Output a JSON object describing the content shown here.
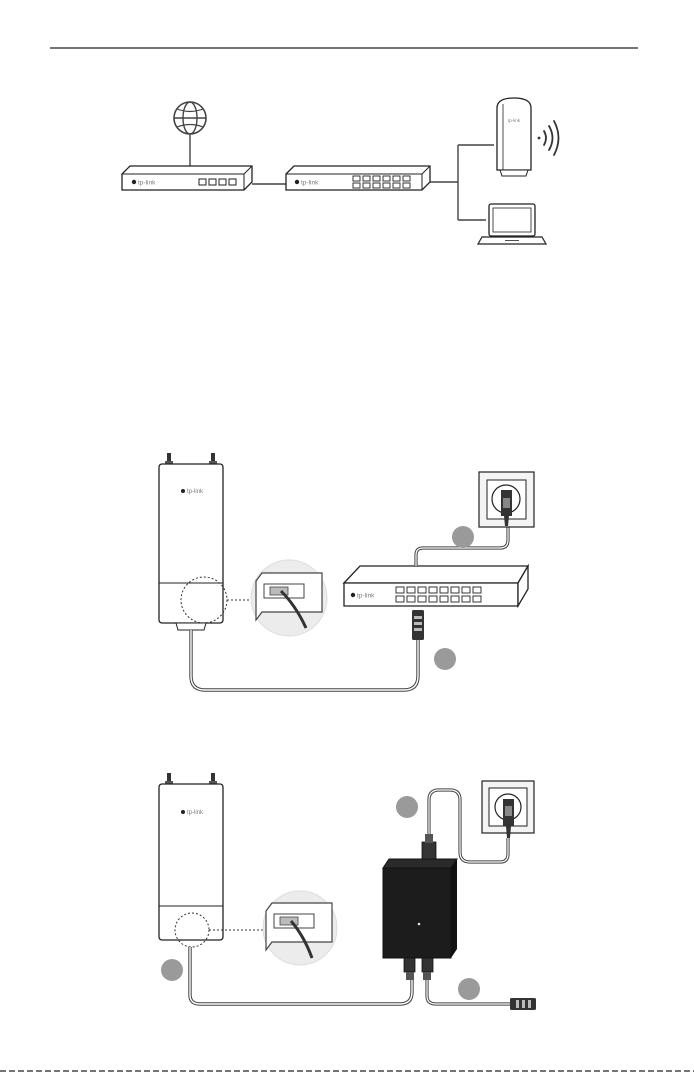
{
  "brand": {
    "router_logo": "tp-link",
    "switch1_logo": "tp-link",
    "ap1_logo": "tp-link",
    "switch2_logo": "tp-link",
    "ap2_logo": "tp-link",
    "ap3_logo": "tp-link"
  },
  "steps": {
    "poe_switch_power": "",
    "poe_switch_cable": "",
    "injector_power": "",
    "injector_to_ap": "",
    "injector_lan": ""
  },
  "icons": {
    "internet": "globe-icon",
    "wifi": "wifi-signal-icon",
    "laptop": "laptop-icon",
    "outlet": "power-outlet-icon"
  },
  "colors": {
    "line": "#3a3a3a",
    "device_dark": "#1c1c1c",
    "badge": "#9a9a9a",
    "outlet_bg": "#f4f4f4"
  }
}
